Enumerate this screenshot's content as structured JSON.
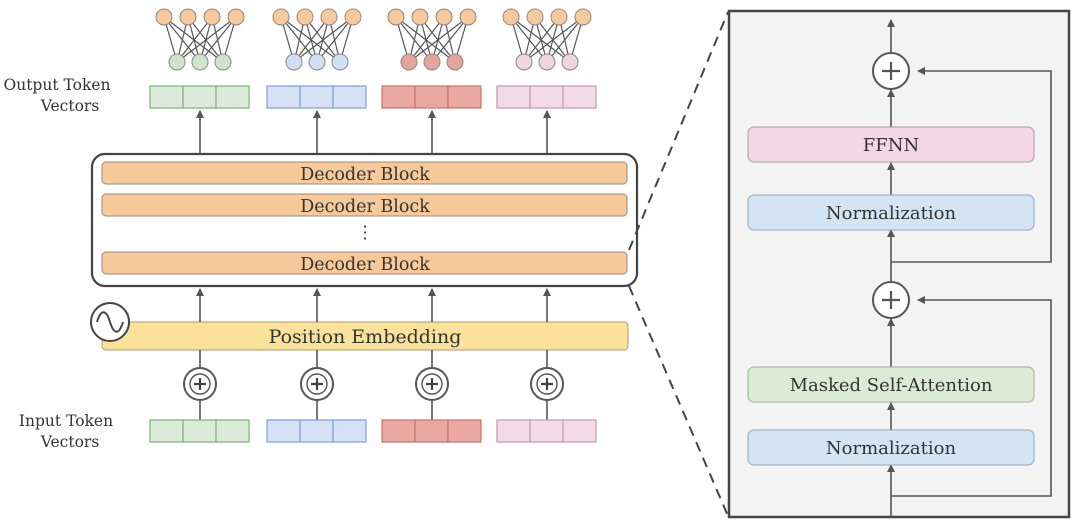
{
  "labels": {
    "output_vectors": [
      "Output Token",
      "Vectors"
    ],
    "input_vectors": [
      "Input Token",
      "Vectors"
    ],
    "decoder_blocks": [
      "Decoder Block",
      "Decoder Block",
      "Decoder Block"
    ],
    "ellipsis": "⋮",
    "position_embedding": "Position Embedding"
  },
  "detail": {
    "ffnn": "FFNN",
    "normalization_top": "Normalization",
    "masked_self_attention": "Masked Self-Attention",
    "normalization_bottom": "Normalization"
  },
  "token_colors": [
    {
      "fill": "#dcebd9",
      "border": "#7fae7a",
      "node": "#cfe5c8"
    },
    {
      "fill": "#d5e2f6",
      "border": "#7b9fd4",
      "node": "#cfe0f5"
    },
    {
      "fill": "#e9a8a0",
      "border": "#c9736a",
      "node": "#e5a49c"
    },
    {
      "fill": "#f2dbe6",
      "border": "#c696b0",
      "node": "#f0d4e2"
    }
  ],
  "colors": {
    "decoder_block": "#f6c89a",
    "position_embedding": "#fbe29a",
    "ffnn": "#f4d7e4",
    "normalization": "#d3e4f5",
    "masked_self_attention": "#dcebd3",
    "detail_panel": "#f3f3f3",
    "output_node": "#f8c99c"
  },
  "icons": [
    "add-circle-icon",
    "sine-wave-icon",
    "arrow-icon"
  ]
}
